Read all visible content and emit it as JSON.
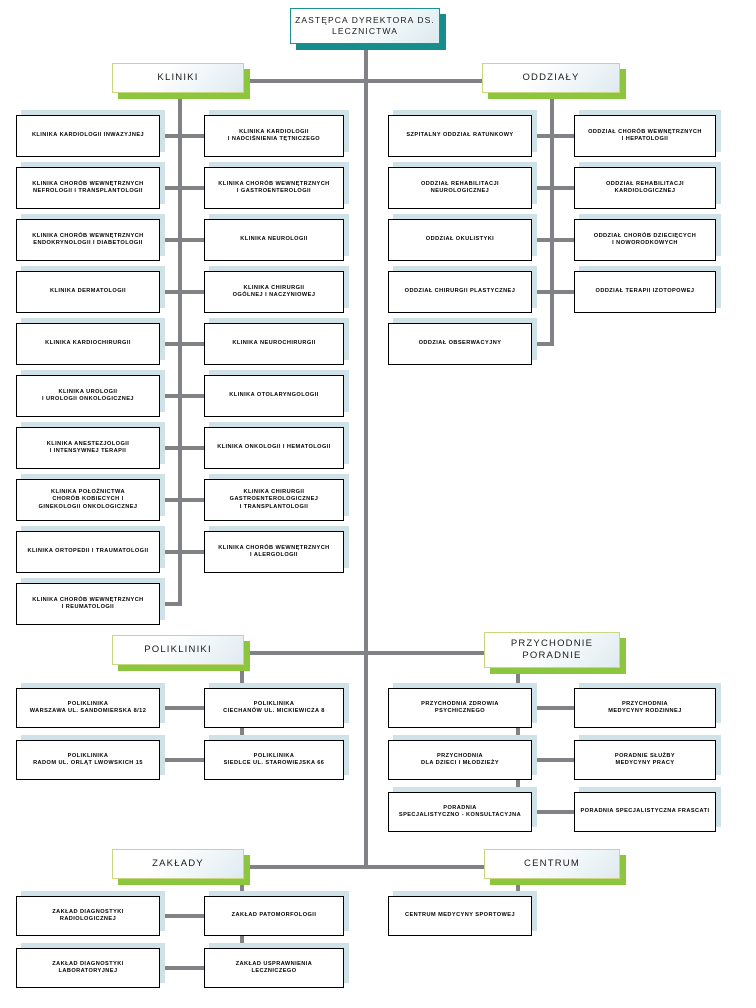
{
  "chart_type": "organizational-chart",
  "root": {
    "label": "ZASTĘPCA DYREKTORA\nDS. LECZNICTWA",
    "line1": "ZASTĘPCA DYREKTORA",
    "line2": "DS. LECZNICTWA"
  },
  "colors": {
    "header_shadow": "#8cc63e",
    "header_border": "#c9d77e",
    "root_shadow": "#178c8c",
    "root_border": "#1f8f8f",
    "leaf_shadow": "#cfe2e8",
    "leaf_border": "#000000",
    "connector": "#808285",
    "background": "#ffffff"
  },
  "sections": [
    {
      "id": "kliniki",
      "header": "KLINIKI",
      "left_items": [
        "KLINIKA KARDIOLOGII INWAZYJNEJ",
        "KLINIKA CHORÓB WEWNĘTRZNYCH\nNEFROLOGII I TRANSPLANTOLOGII",
        "KLINIKA CHORÓB WEWNĘTRZNYCH\nENDOKRYNOLOGII I DIABETOLOGII",
        "KLINIKA DERMATOLOGII",
        "KLINIKA KARDIOCHIRURGII",
        "KLINIKA UROLOGII\nI UROLOGII ONKOLOGICZNEJ",
        "KLINIKA ANESTEZJOLOGII\nI INTENSYWNEJ TERAPII",
        "KLINIKA POŁOŻNICTWA\nCHORÓB KOBIECYCH I\nGINEKOLOGII ONKOLOGICZNEJ",
        "KLINIKA ORTOPEDII I TRAUMATOLOGII",
        "KLINIKA CHORÓB WEWNĘTRZNYCH\nI REUMATOLOGII"
      ],
      "right_items": [
        "KLINIKA KARDIOLOGII\nI NADCIŚNIENIA TĘTNICZEGO",
        "KLINIKA CHORÓB WEWNĘTRZNYCH\nI GASTROENTEROLOGII",
        "KLINIKA NEUROLOGII",
        "KLINIKA CHIRURGII\nOGÓLNEJ I NACZYNIOWEJ",
        "KLINIKA NEUROCHIRURGII",
        "KLINIKA OTOLARYNGOLOGII",
        "KLINIKA ONKOLOGII I HEMATOLOGII",
        "KLINIKA CHIRURGII\nGASTROENTEROLOGICZNEJ\nI TRANSPLANTOLOGII",
        "KLINIKA CHORÓB WEWNĘTRZNYCH\nI ALERGOLOGII"
      ]
    },
    {
      "id": "oddzialy",
      "header": "ODDZIAŁY",
      "left_items": [
        "SZPITALNY ODDZIAŁ RATUNKOWY",
        "ODDZIAŁ REHABILITACJI NEUROLOGICZNEJ",
        "ODDZIAŁ OKULISTYKI",
        "ODDZIAŁ CHIRURGII PLASTYCZNEJ",
        "ODDZIAŁ OBSERWACYJNY"
      ],
      "right_items": [
        "ODDZIAŁ CHORÓB WEWNĘTRZNYCH\nI HEPATOLOGII",
        "ODDZIAŁ REHABILITACJI\nKARDIOLOGICZNEJ",
        "ODDZIAŁ CHORÓB DZIECIĘCYCH\nI NOWORODKOWYCH",
        "ODDZIAŁ TERAPII IZOTOPOWEJ"
      ]
    },
    {
      "id": "polikliniki",
      "header": "POLIKLINIKI",
      "left_items": [
        "POLIKLINIKA\nWARSZAWA UL. SANDOMIERSKA 8/12",
        "POLIKLINIKA\nRADOM UL. ORLĄT LWOWSKICH 15"
      ],
      "right_items": [
        "POLIKLINIKA\nCIECHANÓW UL. MICKIEWICZA 8",
        "POLIKLINIKA\nSIEDLCE UL. STAROWIEJSKA 66"
      ]
    },
    {
      "id": "przychodnie",
      "header": "PRZYCHODNIE\nPORADNIE",
      "header_line1": "PRZYCHODNIE",
      "header_line2": "PORADNIE",
      "left_items": [
        "PRZYCHODNIA ZDROWIA\nPSYCHICZNEGO",
        "PRZYCHODNIA\nDLA DZIECI I MŁODZIEŻY",
        "PORADNIA\nSPECJALISTYCZNO - KONSULTACYJNA"
      ],
      "right_items": [
        "PRZYCHODNIA\nMEDYCYNY RODZINNEJ",
        "PORADNIE SŁUŻBY\nMEDYCYNY PRACY",
        "PORADNIA SPECJALISTYCZNA FRASCATI"
      ]
    },
    {
      "id": "zaklady",
      "header": "ZAKŁADY",
      "left_items": [
        "ZAKŁAD DIAGNOSTYKI\nRADIOLOGICZNEJ",
        "ZAKŁAD DIAGNOSTYKI\nLABORATORYJNEJ"
      ],
      "right_items": [
        "ZAKŁAD PATOMORFOLOGII",
        "ZAKŁAD USPRAWNIENIA\nLECZNICZEGO"
      ]
    },
    {
      "id": "centrum",
      "header": "CENTRUM",
      "left_items": [
        "CENTRUM MEDYCYNY SPORTOWEJ"
      ],
      "right_items": []
    }
  ]
}
